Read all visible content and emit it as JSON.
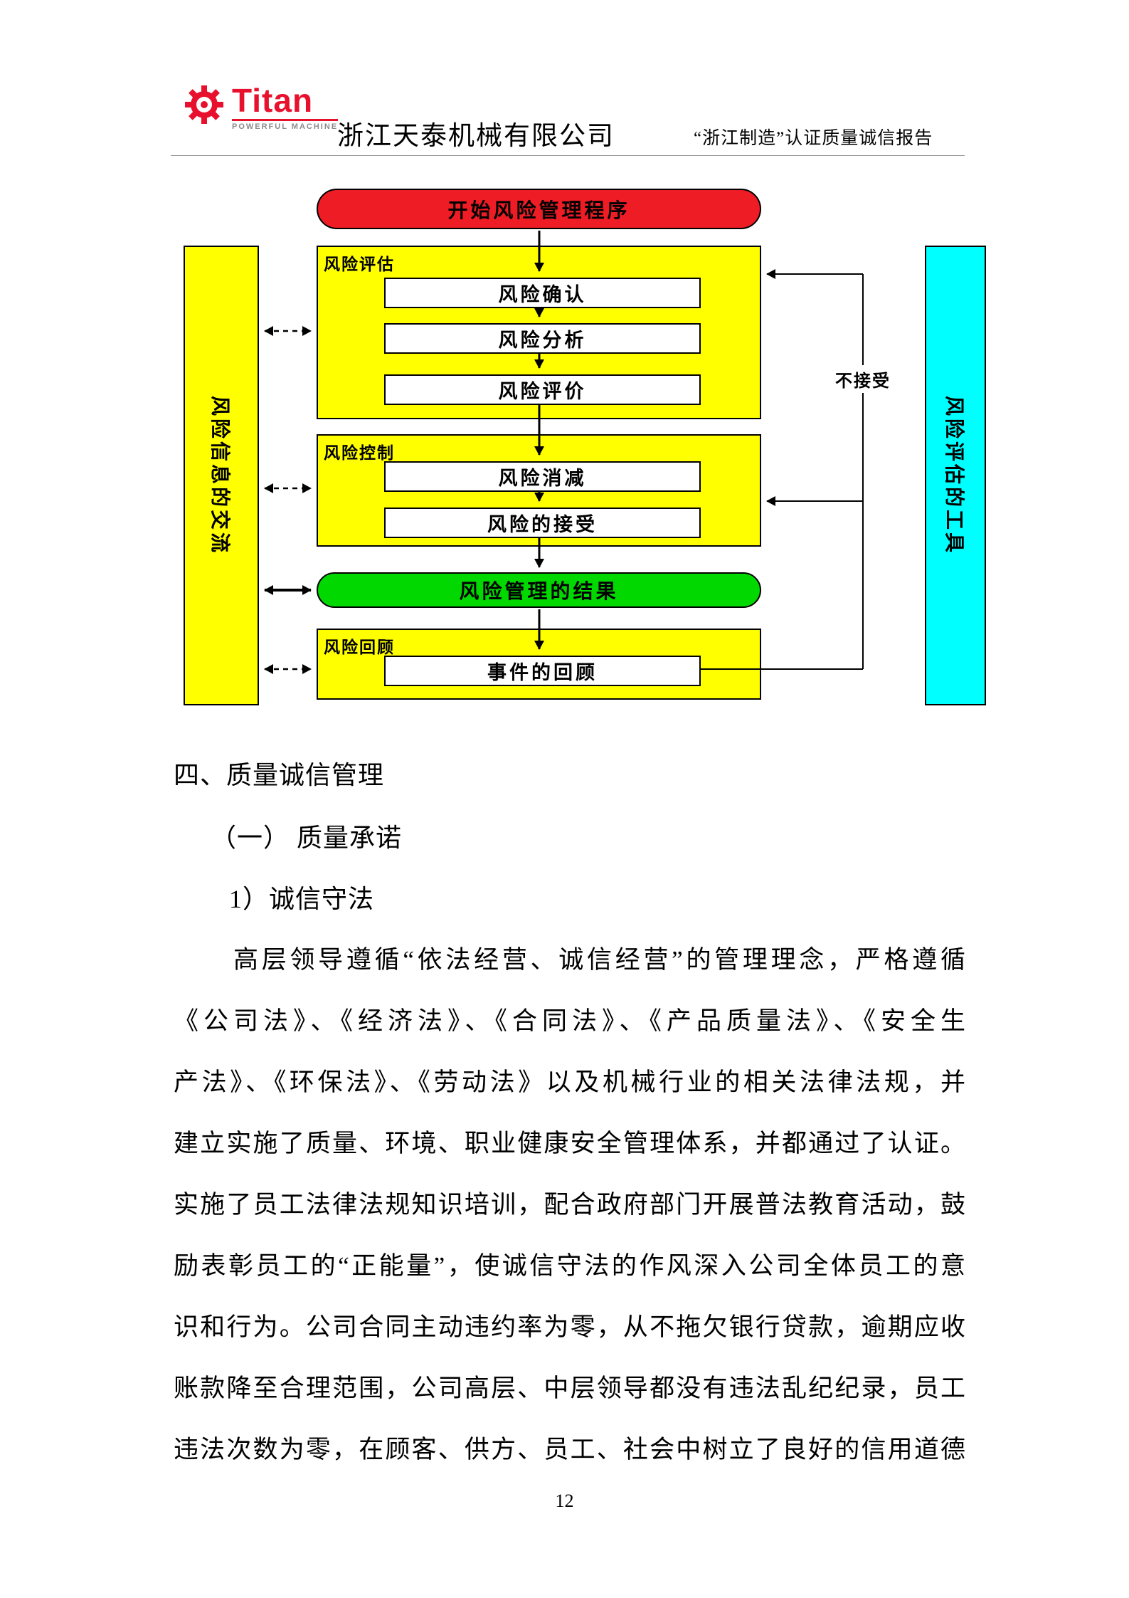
{
  "header": {
    "logo": {
      "brand": "Titan",
      "tagline": "POWERFUL MACHINE"
    },
    "company_name": "浙江天泰机械有限公司",
    "report_title": "“浙江制造”认证质量诚信报告"
  },
  "flowchart": {
    "start_node": "开始风险管理程序",
    "left_bar": "风险信息的交流",
    "right_bar": "风险评估的工具",
    "assessment": {
      "label": "风险评估",
      "steps": [
        "风险确认",
        "风险分析",
        "风险评价"
      ]
    },
    "control": {
      "label": "风险控制",
      "steps": [
        "风险消减",
        "风险的接受"
      ]
    },
    "result_node": "风险管理的结果",
    "review": {
      "label": "风险回顾",
      "steps": [
        "事件的回顾"
      ]
    },
    "reject_label": "不接受",
    "colors": {
      "start_node": "#ee1c25",
      "panels": "#ffff00",
      "result_node": "#00d800",
      "left_bar": "#ffff00",
      "right_bar": "#00ffff",
      "brand_red": "#e8112d"
    }
  },
  "body": {
    "section_heading": "四、质量诚信管理",
    "subsection_heading": "（一） 质量承诺",
    "subsubsection_heading": "1）诚信守法",
    "paragraph_lines": [
      "高层领导遵循“依法经营、诚信经营”的管理理念，严格遵循",
      "《公司法》、《经济法》、《合同法》、《产品质量法》、《安全生",
      "产法》、《环保法》、《劳动法》以及机械行业的相关法律法规，并",
      "建立实施了质量、环境、职业健康安全管理体系，并都通过了认证。",
      "实施了员工法律法规知识培训，配合政府部门开展普法教育活动，鼓",
      "励表彰员工的“正能量”，使诚信守法的作风深入公司全体员工的意",
      "识和行为。公司合同主动违约率为零，从不拖欠银行贷款，逾期应收",
      "账款降至合理范围，公司高层、中层领导都没有违法乱纪纪录，员工",
      "违法次数为零，在顾客、供方、员工、社会中树立了良好的信用道德"
    ]
  },
  "footer": {
    "page_number": "12"
  }
}
